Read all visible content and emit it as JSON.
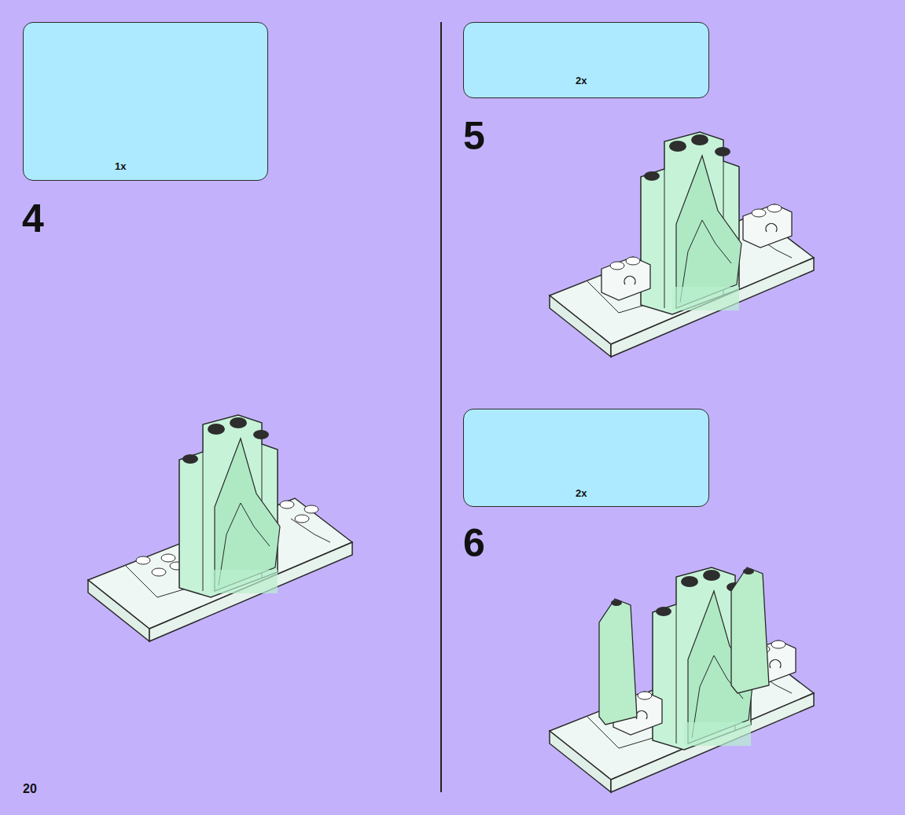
{
  "diagram": {
    "nodes": [
      {
        "text": [
          "1x"
        ]
      },
      {
        "text": [
          "2x"
        ]
      },
      {
        "text": [
          "2x"
        ]
      }
    ],
    "labels": [
      "4",
      "5",
      "6",
      "20"
    ]
  }
}
